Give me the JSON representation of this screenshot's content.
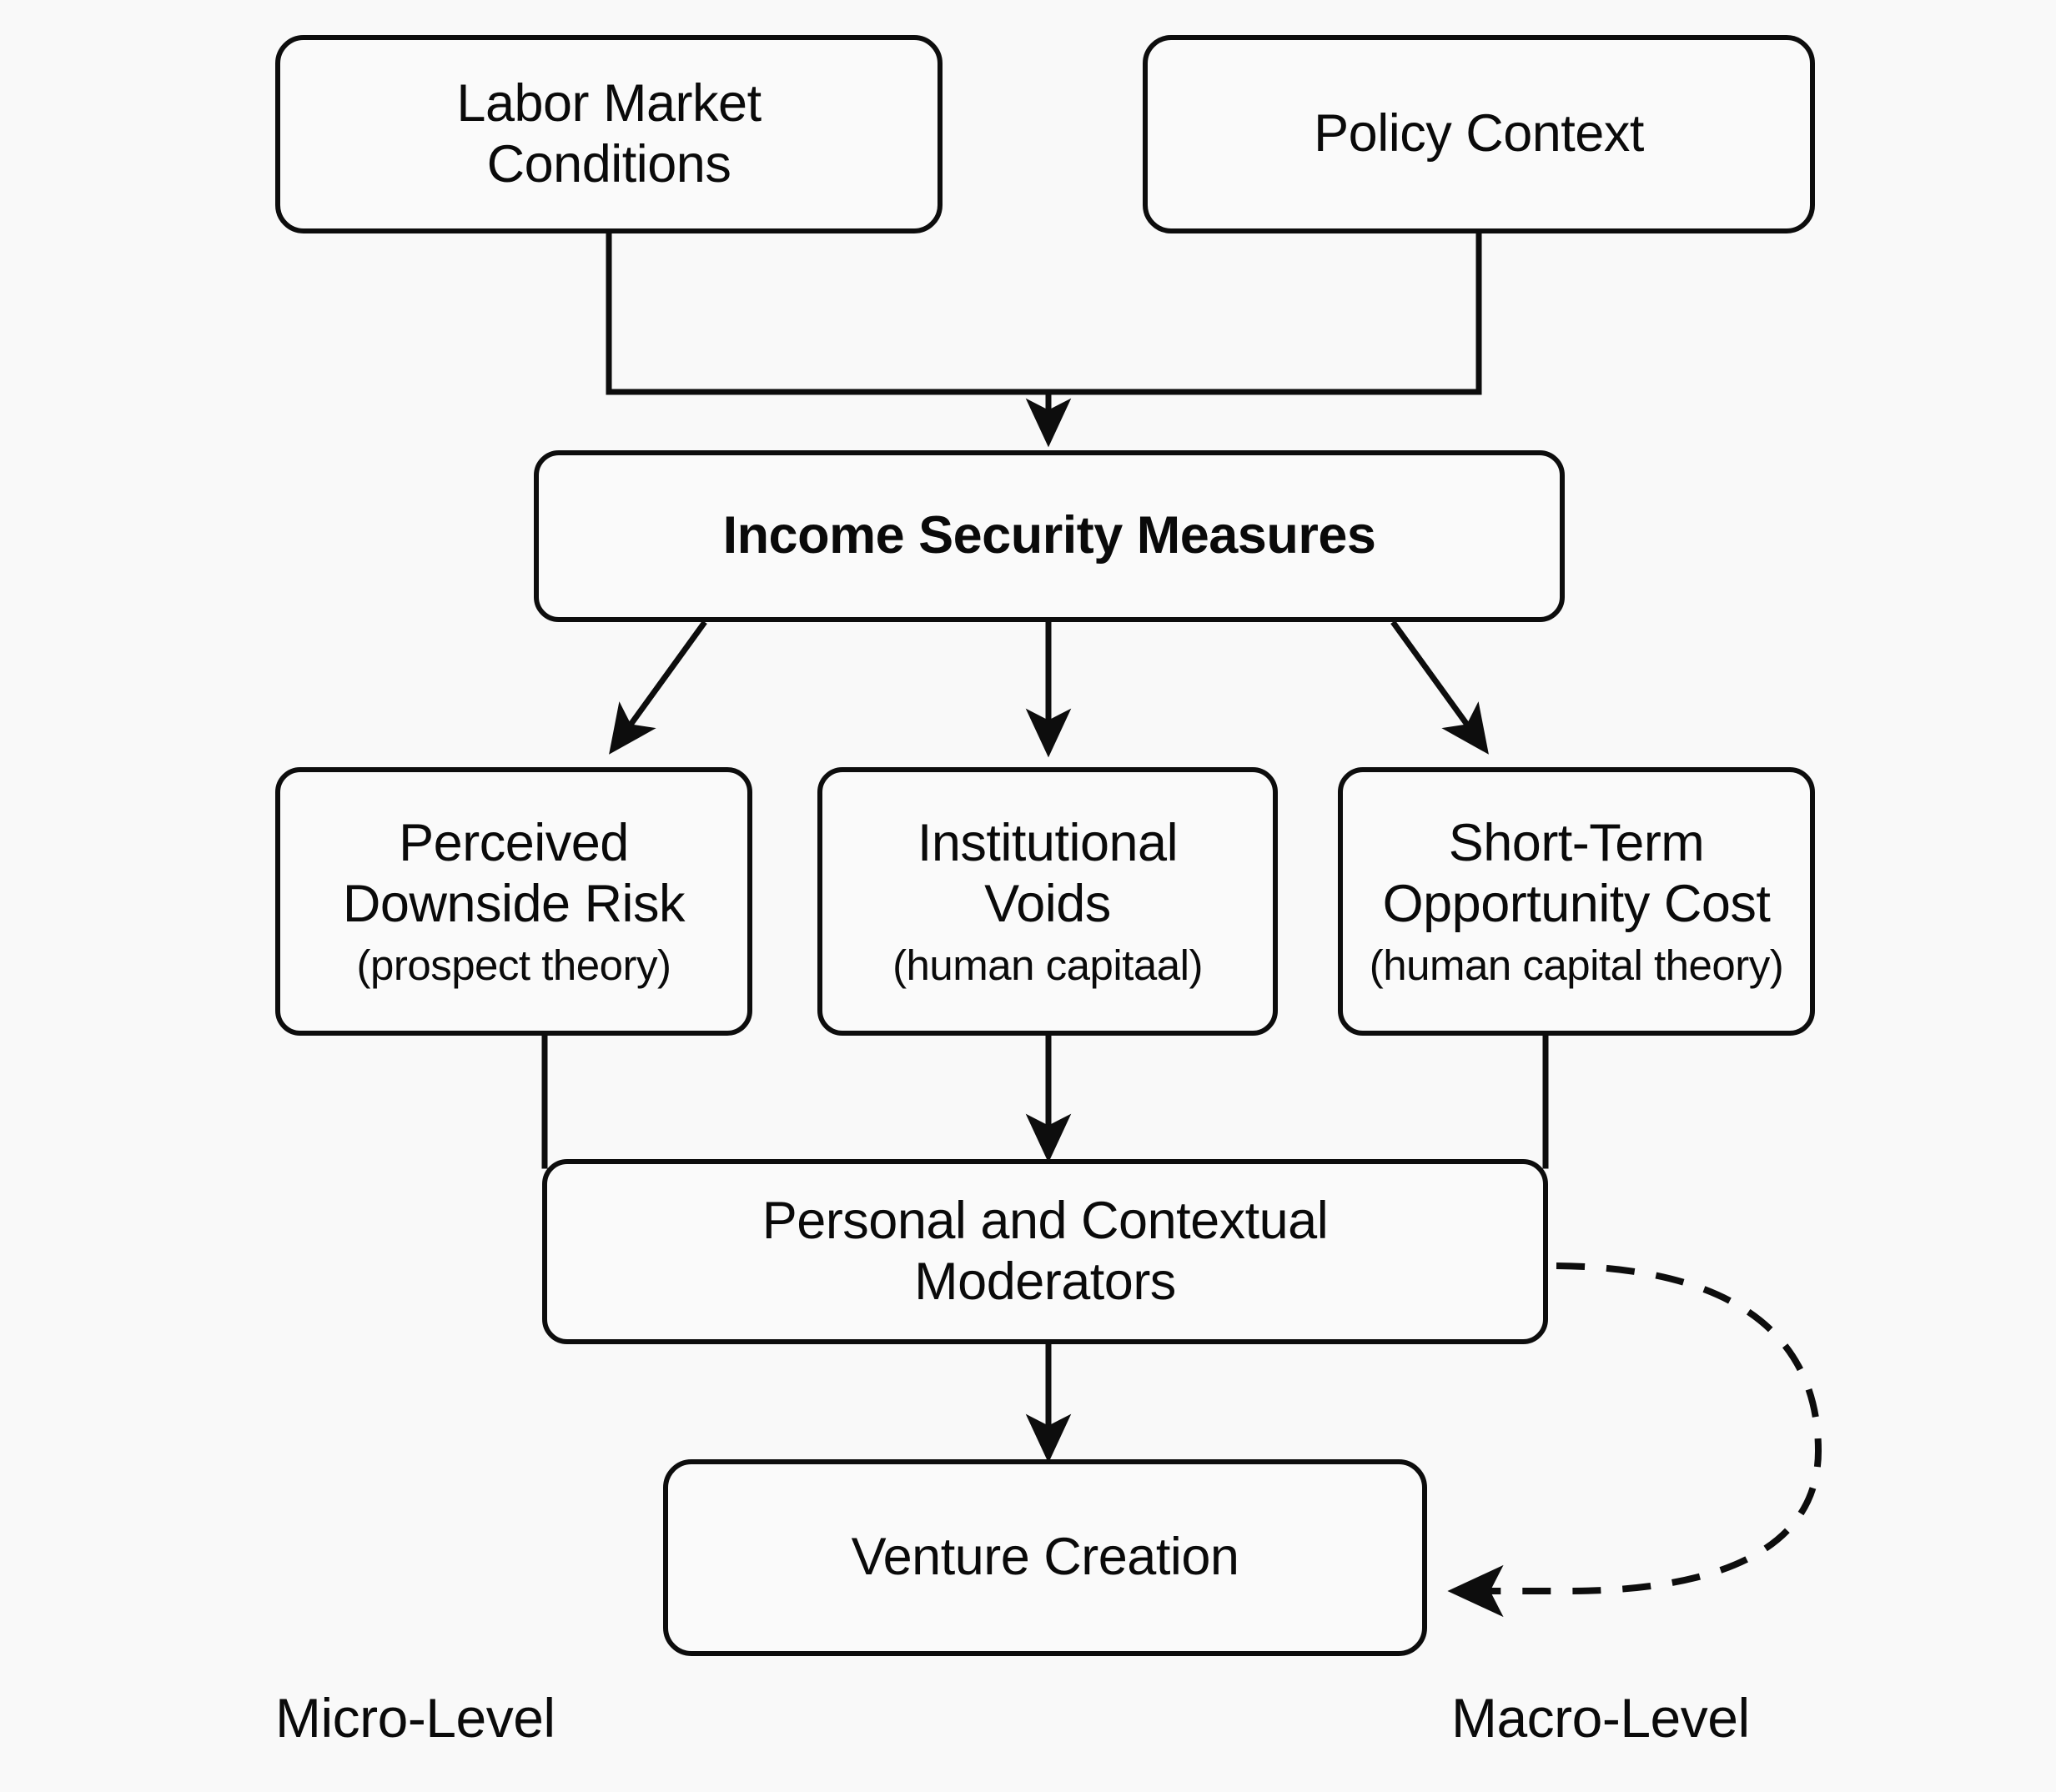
{
  "diagram": {
    "type": "flowchart",
    "nodes": [
      {
        "id": "labor-market-conditions",
        "title": "Labor Market\nConditions",
        "sub": "",
        "emphasis": false
      },
      {
        "id": "policy-context",
        "title": "Policy Context",
        "sub": "",
        "emphasis": false
      },
      {
        "id": "income-security-measures",
        "title": "Income Security Measures",
        "sub": "",
        "emphasis": true
      },
      {
        "id": "perceived-downside-risk",
        "title": "Perceived\nDownside Risk",
        "sub": "(prospect theory)",
        "emphasis": false
      },
      {
        "id": "institutional-voids",
        "title": "Institutional\nVoids",
        "sub": "(human capitaal)",
        "emphasis": false
      },
      {
        "id": "short-term-opportunity-cost",
        "title": "Short-Term\nOpportunity Cost",
        "sub": "(human capital theory)",
        "emphasis": false
      },
      {
        "id": "personal-contextual-moderators",
        "title": "Personal and Contextual\nModerators",
        "sub": "",
        "emphasis": false
      },
      {
        "id": "venture-creation",
        "title": "Venture Creation",
        "sub": "",
        "emphasis": false
      }
    ],
    "labels": {
      "micro_level": "Micro-Level",
      "macro_level": "Macro-Level"
    },
    "edges": [
      {
        "from": "labor-market-conditions",
        "to": "income-security-measures",
        "style": "solid",
        "arrow": true
      },
      {
        "from": "policy-context",
        "to": "income-security-measures",
        "style": "solid",
        "arrow": true
      },
      {
        "from": "income-security-measures",
        "to": "perceived-downside-risk",
        "style": "solid",
        "arrow": true
      },
      {
        "from": "income-security-measures",
        "to": "institutional-voids",
        "style": "solid",
        "arrow": true
      },
      {
        "from": "income-security-measures",
        "to": "short-term-opportunity-cost",
        "style": "solid",
        "arrow": true
      },
      {
        "from": "perceived-downside-risk",
        "to": "personal-contextual-moderators",
        "style": "solid",
        "arrow": false
      },
      {
        "from": "institutional-voids",
        "to": "personal-contextual-moderators",
        "style": "solid",
        "arrow": true
      },
      {
        "from": "short-term-opportunity-cost",
        "to": "personal-contextual-moderators",
        "style": "solid",
        "arrow": false
      },
      {
        "from": "personal-contextual-moderators",
        "to": "venture-creation",
        "style": "solid",
        "arrow": true
      },
      {
        "from": "personal-contextual-moderators",
        "to": "venture-creation",
        "style": "dashed",
        "arrow": true
      }
    ],
    "colors": {
      "stroke": "#0d0d0d",
      "node_fill": "#fafafa",
      "background": "#f9f9f9",
      "text": "#0a0a0a"
    }
  }
}
